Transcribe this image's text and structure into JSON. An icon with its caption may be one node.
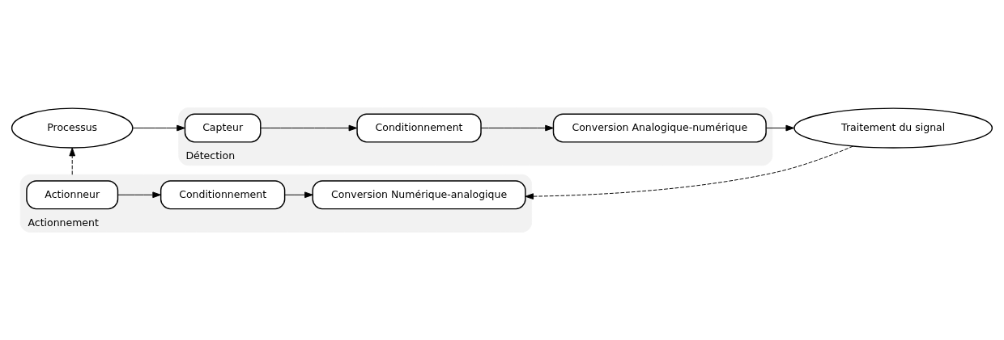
{
  "diagram": {
    "nodes": [
      {
        "text": [
          "Processus"
        ]
      },
      {
        "text": [
          "Détection"
        ]
      },
      {
        "text": [
          "Capteur"
        ],
        "in": 1
      },
      {
        "text": [
          "Conditionnement"
        ],
        "in": 1
      },
      {
        "text": [
          "Conversion Analogique-numérique"
        ],
        "in": 1
      },
      {
        "text": [
          "Traitement du signal"
        ]
      },
      {
        "text": [
          "Actionnement"
        ]
      },
      {
        "text": [
          "Actionneur"
        ],
        "in": 6
      },
      {
        "text": [
          "Conditionnement"
        ],
        "in": 6
      },
      {
        "text": [
          "Conversion Numérique-analogique"
        ],
        "in": 6
      }
    ],
    "edges": [
      {
        "from": 0,
        "to": 2,
        "arrow": "to"
      },
      {
        "from": 2,
        "to": 3,
        "arrow": "to"
      },
      {
        "from": 3,
        "to": 4,
        "arrow": "to"
      },
      {
        "from": 4,
        "to": 5,
        "arrow": "to"
      },
      {
        "from": 5,
        "to": 9,
        "arrow": "to",
        "style": "dashed"
      },
      {
        "from": 7,
        "to": 8,
        "arrow": "to"
      },
      {
        "from": 8,
        "to": 9,
        "arrow": "to"
      },
      {
        "from": 6,
        "to": 0,
        "arrow": "to",
        "style": "dashed"
      }
    ]
  }
}
